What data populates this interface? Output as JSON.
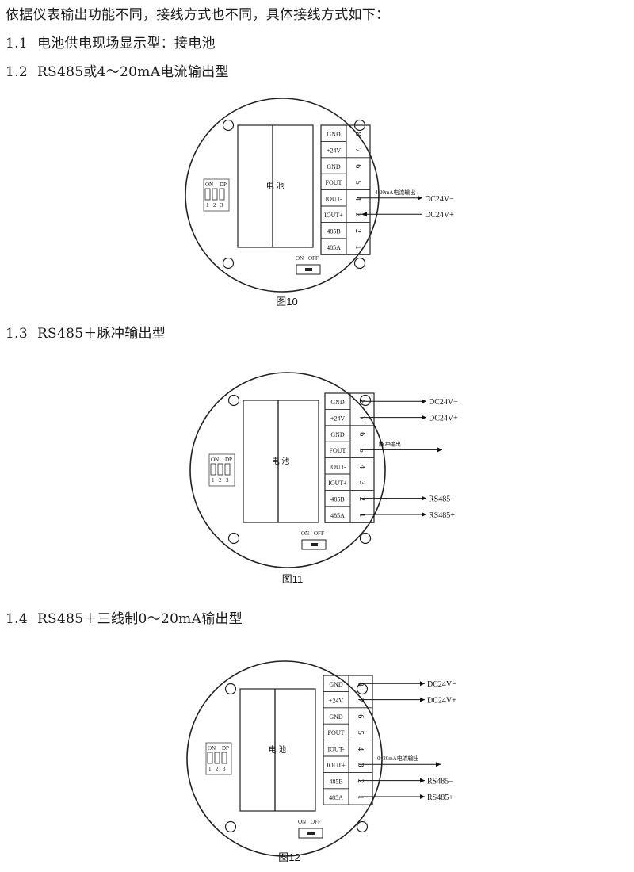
{
  "intro": "依据仪表输出功能不同，接线方式也不同，具体接线方式如下：",
  "sections": [
    {
      "num": "1.1",
      "title": "电池供电现场显示型：接电池"
    },
    {
      "num": "1.2",
      "title": "RS485或4～20mA电流输出型"
    },
    {
      "num": "1.3",
      "title": "RS485＋脉冲输出型"
    },
    {
      "num": "1.4",
      "title": "RS485＋三线制0～20mA输出型"
    }
  ],
  "battery_label": "电 池",
  "dip": {
    "on": "ON",
    "dp": "DP",
    "nums": [
      "1",
      "2",
      "3"
    ]
  },
  "switch": {
    "on": "ON",
    "off": "OFF"
  },
  "terminals": [
    "GND",
    "+24V",
    "GND",
    "FOUT",
    "IOUT-",
    "IOUT+",
    "485B",
    "485A"
  ],
  "terminal_numbers": [
    "8",
    "7",
    "6",
    "5",
    "4",
    "3",
    "2",
    "1"
  ],
  "figures": [
    {
      "caption": "图10",
      "wires": [
        {
          "terminal": 4,
          "label": "DC24V−",
          "dir": "out"
        },
        {
          "terminal": 3,
          "label": "DC24V+",
          "dir": "in"
        }
      ],
      "note": {
        "terminal": 4,
        "text": "4-20mA电流输出"
      }
    },
    {
      "caption": "图11",
      "wires": [
        {
          "terminal": 8,
          "label": "DC24V−",
          "dir": "out"
        },
        {
          "terminal": 7,
          "label": "DC24V+",
          "dir": "out"
        },
        {
          "terminal": 2,
          "label": "RS485−",
          "dir": "out"
        },
        {
          "terminal": 1,
          "label": "RS485+",
          "dir": "out"
        },
        {
          "terminal": 5,
          "label": "",
          "dir": "arrow"
        }
      ],
      "note": {
        "terminal": 5,
        "text": "脉冲输出"
      }
    },
    {
      "caption": "图12",
      "wires": [
        {
          "terminal": 8,
          "label": "DC24V−",
          "dir": "out"
        },
        {
          "terminal": 7,
          "label": "DC24V+",
          "dir": "out"
        },
        {
          "terminal": 2,
          "label": "RS485−",
          "dir": "out"
        },
        {
          "terminal": 1,
          "label": "RS485+",
          "dir": "out"
        },
        {
          "terminal": 3,
          "label": "",
          "dir": "arrow"
        }
      ],
      "note": {
        "terminal": 3,
        "text": "0~20mA电流输出"
      }
    }
  ]
}
